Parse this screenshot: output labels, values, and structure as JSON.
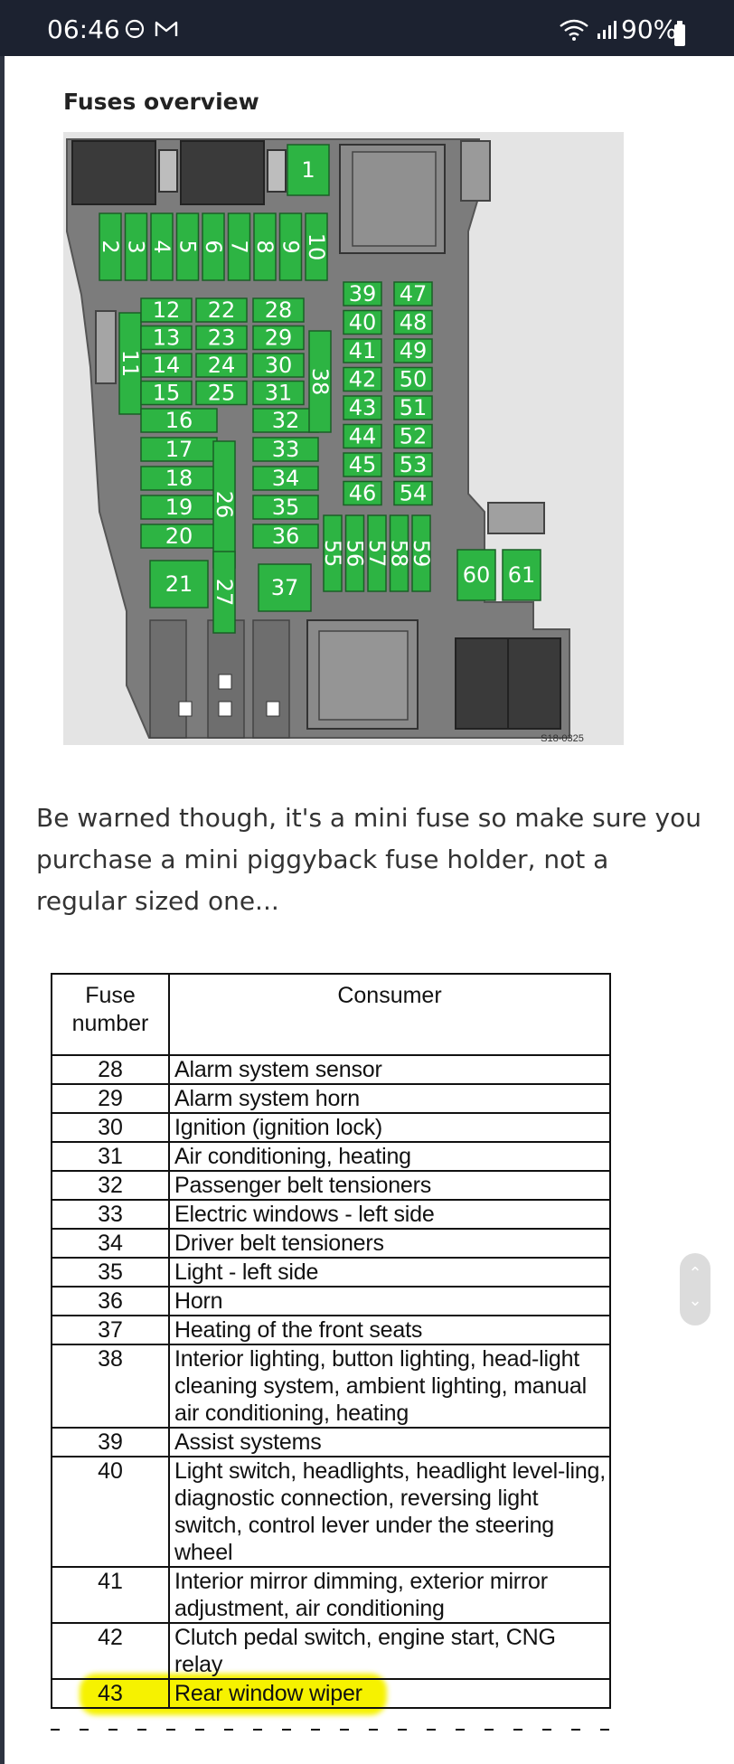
{
  "status_bar": {
    "time": "06:46",
    "battery": "90%",
    "icons": [
      "do-not-disturb-icon",
      "mail-icon",
      "wifi-icon",
      "signal-icon",
      "battery-icon"
    ]
  },
  "figure": {
    "title": "Fuses overview",
    "code": "S18-0325",
    "fuse_labels": [
      "1",
      "2",
      "3",
      "4",
      "5",
      "6",
      "7",
      "8",
      "9",
      "10",
      "11",
      "12",
      "13",
      "14",
      "15",
      "16",
      "17",
      "18",
      "19",
      "20",
      "21",
      "22",
      "23",
      "24",
      "25",
      "26",
      "27",
      "28",
      "29",
      "30",
      "31",
      "32",
      "33",
      "34",
      "35",
      "36",
      "37",
      "38",
      "39",
      "40",
      "41",
      "42",
      "43",
      "44",
      "45",
      "46",
      "47",
      "48",
      "49",
      "50",
      "51",
      "52",
      "53",
      "54",
      "55",
      "56",
      "57",
      "58",
      "59",
      "60",
      "61"
    ]
  },
  "paragraph": "Be warned though, it's a mini fuse so make sure you purchase a mini piggyback fuse holder, not a regular sized one...",
  "table": {
    "header_number": "Fuse number",
    "header_consumer": "Consumer",
    "rows": [
      {
        "num": "28",
        "consumer": "Alarm system sensor"
      },
      {
        "num": "29",
        "consumer": "Alarm system horn"
      },
      {
        "num": "30",
        "consumer": "Ignition (ignition lock)"
      },
      {
        "num": "31",
        "consumer": "Air conditioning, heating"
      },
      {
        "num": "32",
        "consumer": "Passenger belt tensioners"
      },
      {
        "num": "33",
        "consumer": "Electric windows - left side"
      },
      {
        "num": "34",
        "consumer": "Driver belt tensioners"
      },
      {
        "num": "35",
        "consumer": "Light - left side"
      },
      {
        "num": "36",
        "consumer": "Horn"
      },
      {
        "num": "37",
        "consumer": "Heating of the front seats"
      },
      {
        "num": "38",
        "consumer": "Interior lighting, button lighting, head-light cleaning system, ambient lighting, manual air conditioning, heating"
      },
      {
        "num": "39",
        "consumer": "Assist systems"
      },
      {
        "num": "40",
        "consumer": "Light switch, headlights, headlight level-ling, diagnostic connection, reversing light switch, control lever under the steering wheel"
      },
      {
        "num": "41",
        "consumer": "Interior mirror dimming, exterior mirror adjustment, air conditioning"
      },
      {
        "num": "42",
        "consumer": "Clutch pedal switch, engine start, CNG relay"
      },
      {
        "num": "43",
        "consumer": "Rear window wiper"
      }
    ],
    "highlight_color": "#f6f200"
  },
  "colors": {
    "fuse_green": "#2db443",
    "status_bar": "#1c2230"
  }
}
